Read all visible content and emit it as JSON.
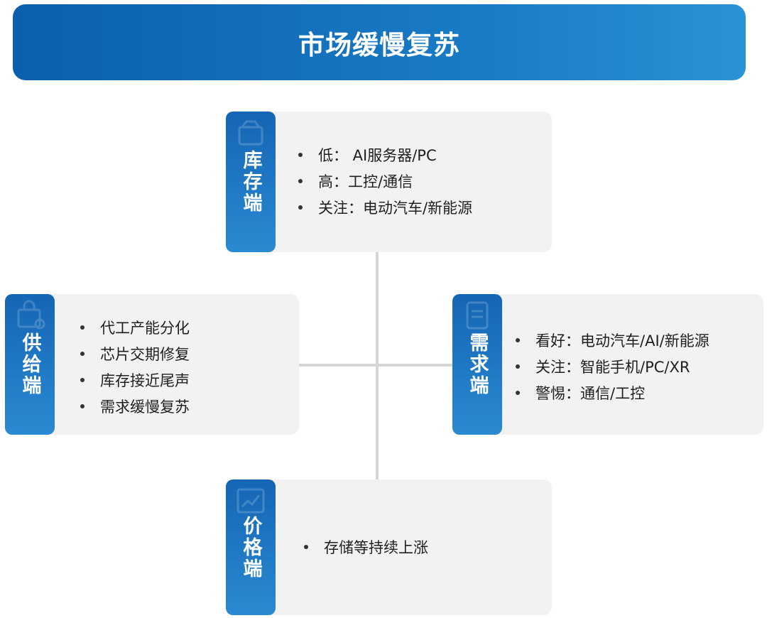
{
  "header": {
    "title": "市场缓慢复苏"
  },
  "inventory": {
    "label": "库存端",
    "items": [
      "低： AI服务器/PC",
      "高：工控/通信",
      "关注：电动汽车/新能源"
    ]
  },
  "supply": {
    "label": "供给端",
    "items": [
      "代工产能分化",
      "芯片交期修复",
      "库存接近尾声",
      "需求缓慢复苏"
    ]
  },
  "demand": {
    "label": "需求端",
    "items": [
      "看好：电动汽车/AI/新能源",
      "关注：智能手机/PC/XR",
      "警惕：通信/工控"
    ]
  },
  "price": {
    "label": "价格端",
    "items": [
      "存储等持续上涨"
    ]
  },
  "colors": {
    "banner_start": "#0b5fae",
    "banner_end": "#2a93d6",
    "card_bg": "#f2f2f2",
    "connector": "#d6d6d6"
  }
}
